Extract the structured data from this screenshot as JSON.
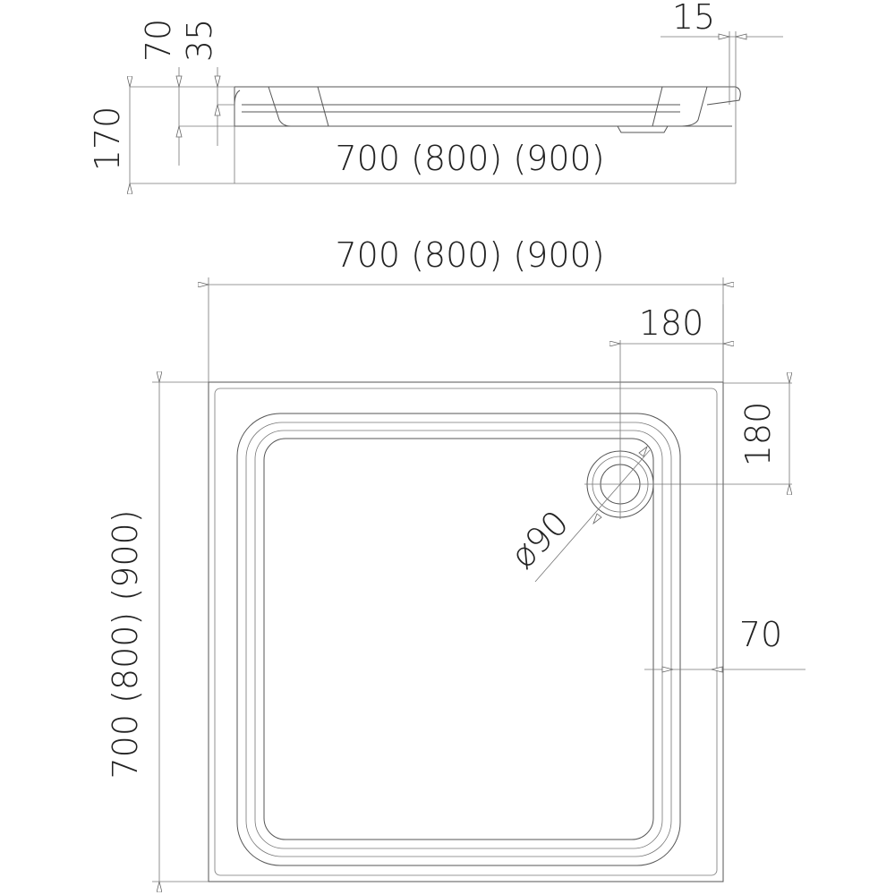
{
  "side_view": {
    "dim_height_total": "170",
    "dim_lip_height": "70",
    "dim_tray_depth": "35",
    "dim_rim": "15",
    "dim_length": "700 (800) (900)"
  },
  "plan_view": {
    "dim_width": "700 (800) (900)",
    "dim_depth": "700 (800) (900)",
    "dim_drain_x": "180",
    "dim_drain_y": "180",
    "dim_drain_diameter": "ø90",
    "dim_border": "70"
  }
}
